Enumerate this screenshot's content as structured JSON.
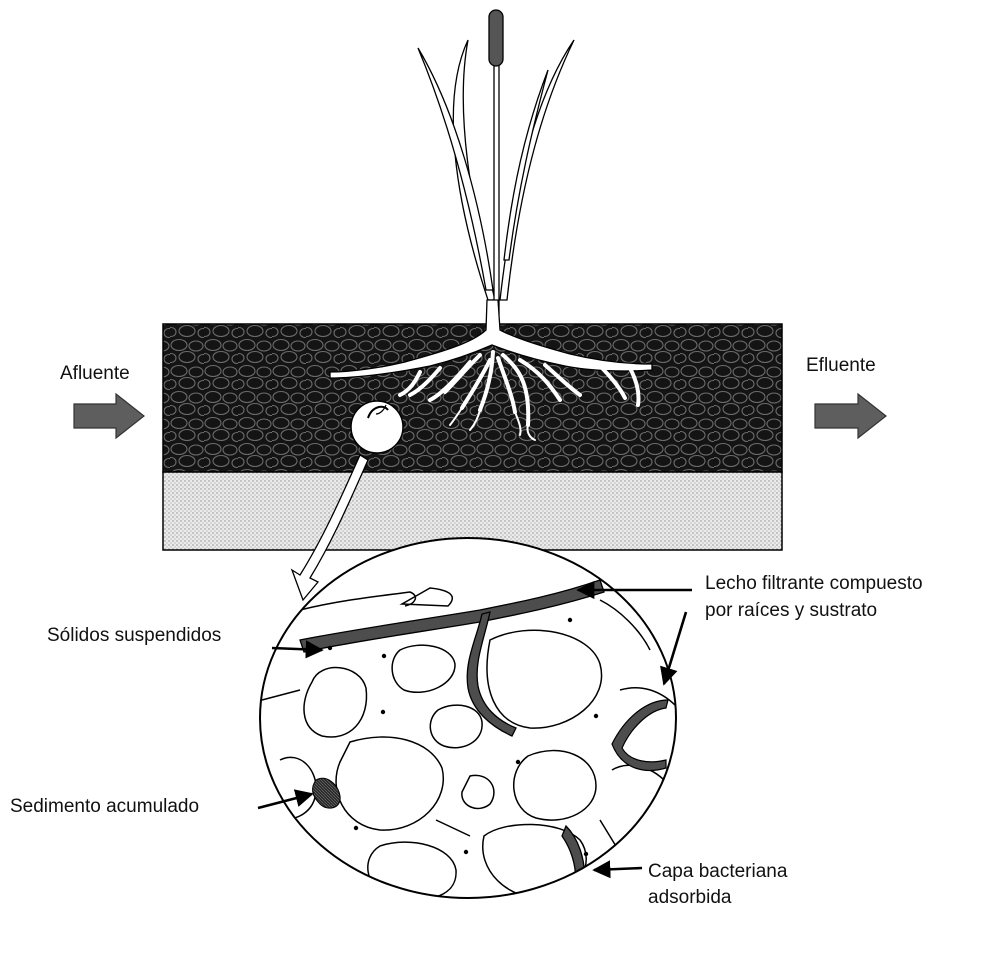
{
  "labels": {
    "inflow": "Afluente",
    "outflow": "Efluente",
    "filter_bed_line1": "Lecho filtrante compuesto",
    "filter_bed_line2": "por raíces y sustrato",
    "suspended_solids": "Sólidos suspendidos",
    "accumulated_sediment": "Sedimento acumulado",
    "bacterial_layer_line1": "Capa bacteriana",
    "bacterial_layer_line2": "adsorbida"
  },
  "colors": {
    "gravel_dark": "#141414",
    "stone_outline": "#5a5a5a",
    "sand_fill": "#e2e2e2",
    "arrow_fill": "#5e5e5e",
    "biofilm": "#4d4d4d",
    "ink": "#000000"
  },
  "icons": {
    "inflow_arrow": "right-arrow-icon",
    "outflow_arrow": "right-arrow-icon",
    "plant": "cattail-plant-icon",
    "magnifier": "zoom-circle-icon"
  }
}
